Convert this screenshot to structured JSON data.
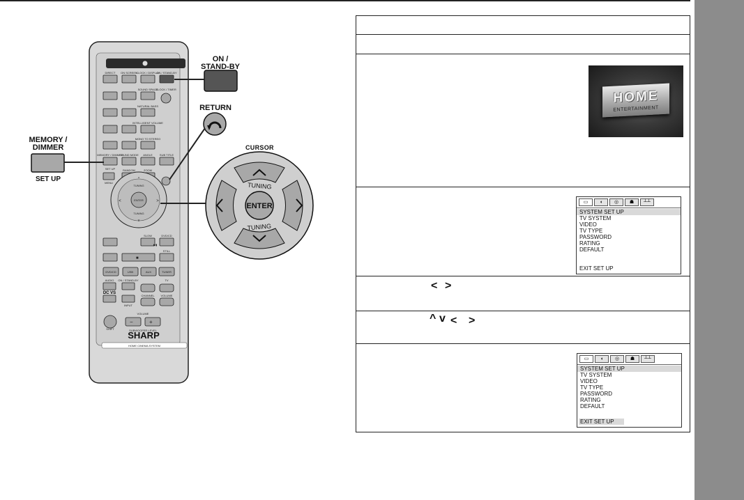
{
  "remote": {
    "brand": "SHARP",
    "brand_sub": "HOME CINEMA SYSTEM",
    "small_labels": [
      "DIRECT",
      "ON SCREEN",
      "CLOCK / DISPLAY",
      "ON / STAND-BY",
      "CLOCK / TIMER",
      "SOUND SPACE",
      "NATURAL BASS",
      "INTELLIGENT VOLUME",
      "MONO TO STEREO",
      "MEMORY / DIMMER",
      "SOUND MODE",
      "ANGLE",
      "SUB TITLE",
      "SET UP",
      "ZOOM",
      "MENU",
      "RANDOM",
      "SLOW",
      "DVD/CD",
      "STILL",
      "DVD/CD",
      "USB",
      "AUX",
      "TUNER",
      "AUDIO",
      "INPUT",
      "CHANNEL",
      "VOLUME",
      "ON / STAND-BY",
      "TV",
      "SUBWOOFER LEVEL",
      "VOLUME",
      "SHIFT",
      "DC VS"
    ],
    "enter": "ENTER",
    "tuning": "TUNING"
  },
  "callouts": {
    "on_standby": [
      "ON /",
      "STAND-BY"
    ],
    "return": "RETURN",
    "memory_dimmer": [
      "MEMORY /",
      "DIMMER"
    ],
    "set_up": "SET UP",
    "cursor": "CURSOR",
    "enter": "ENTER",
    "tuning_top": "TUNING",
    "tuning_bottom": "TUNING"
  },
  "steps": {
    "row5_symbols": [
      "<",
      ">"
    ],
    "row6_symbols": [
      "^",
      "v",
      "<",
      ">"
    ]
  },
  "splash": {
    "title": "HOME",
    "subtitle": "ENTERTAINMENT"
  },
  "menu": {
    "icons": [
      "monitor-icon",
      "speaker-icon",
      "disc-icon",
      "parental-icon",
      "equalizer-icon"
    ],
    "items": [
      "SYSTEM SET UP",
      "TV SYSTEM",
      "VIDEO",
      "TV TYPE",
      "PASSWORD",
      "RATING",
      "DEFAULT"
    ],
    "exit": "EXIT SET UP"
  },
  "colors": {
    "side_tab": "#8c8c8c",
    "button_gray": "#a8a8a8",
    "remote_body": "#d9d9d9"
  }
}
